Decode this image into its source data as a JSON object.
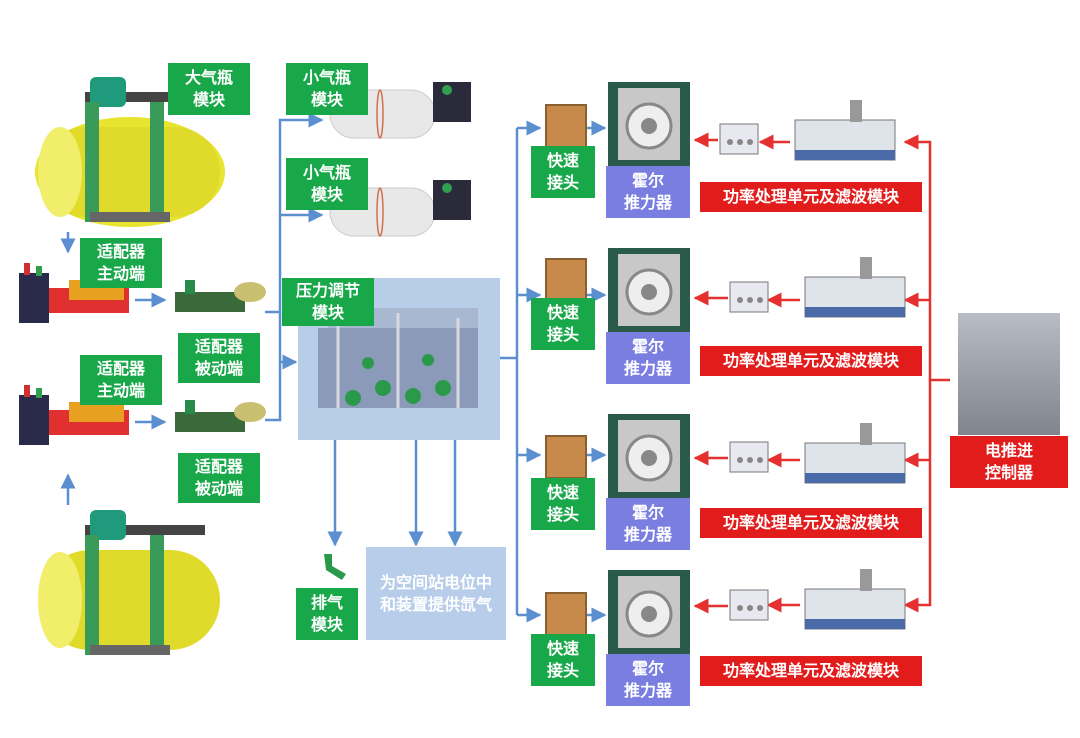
{
  "labels": {
    "large_bottle": "大气瓶\n模块",
    "small_bottle_1": "小气瓶\n模块",
    "small_bottle_2": "小气瓶\n模块",
    "pressure_reg": "压力调节\n模块",
    "adapter_active_1": "适配器\n主动端",
    "adapter_active_2": "适配器\n主动端",
    "adapter_passive_1": "适配器\n被动端",
    "adapter_passive_2": "适配器\n被动端",
    "exhaust": "排气\n模块",
    "supply": "为空间站电位中\n和装置提供氙气",
    "quick_connector": "快速\n接头",
    "hall_thruster": "霍尔\n推力器",
    "ppu": "功率处理单元及滤波模块",
    "controller": "电推进\n控制器"
  },
  "colors": {
    "label_green": "#18a84a",
    "label_blue": "#7a7ee0",
    "label_red": "#e21b1b",
    "arrow_blue": "#5b8fd0",
    "arrow_red": "#e53030",
    "tank_yellow": "#e8e430"
  },
  "icons": [
    "tank-icon",
    "adapter-icon",
    "valve-assembly-icon",
    "quick-connector-icon",
    "hall-thruster-icon",
    "ppu-box-icon",
    "filter-icon",
    "controller-icon"
  ]
}
